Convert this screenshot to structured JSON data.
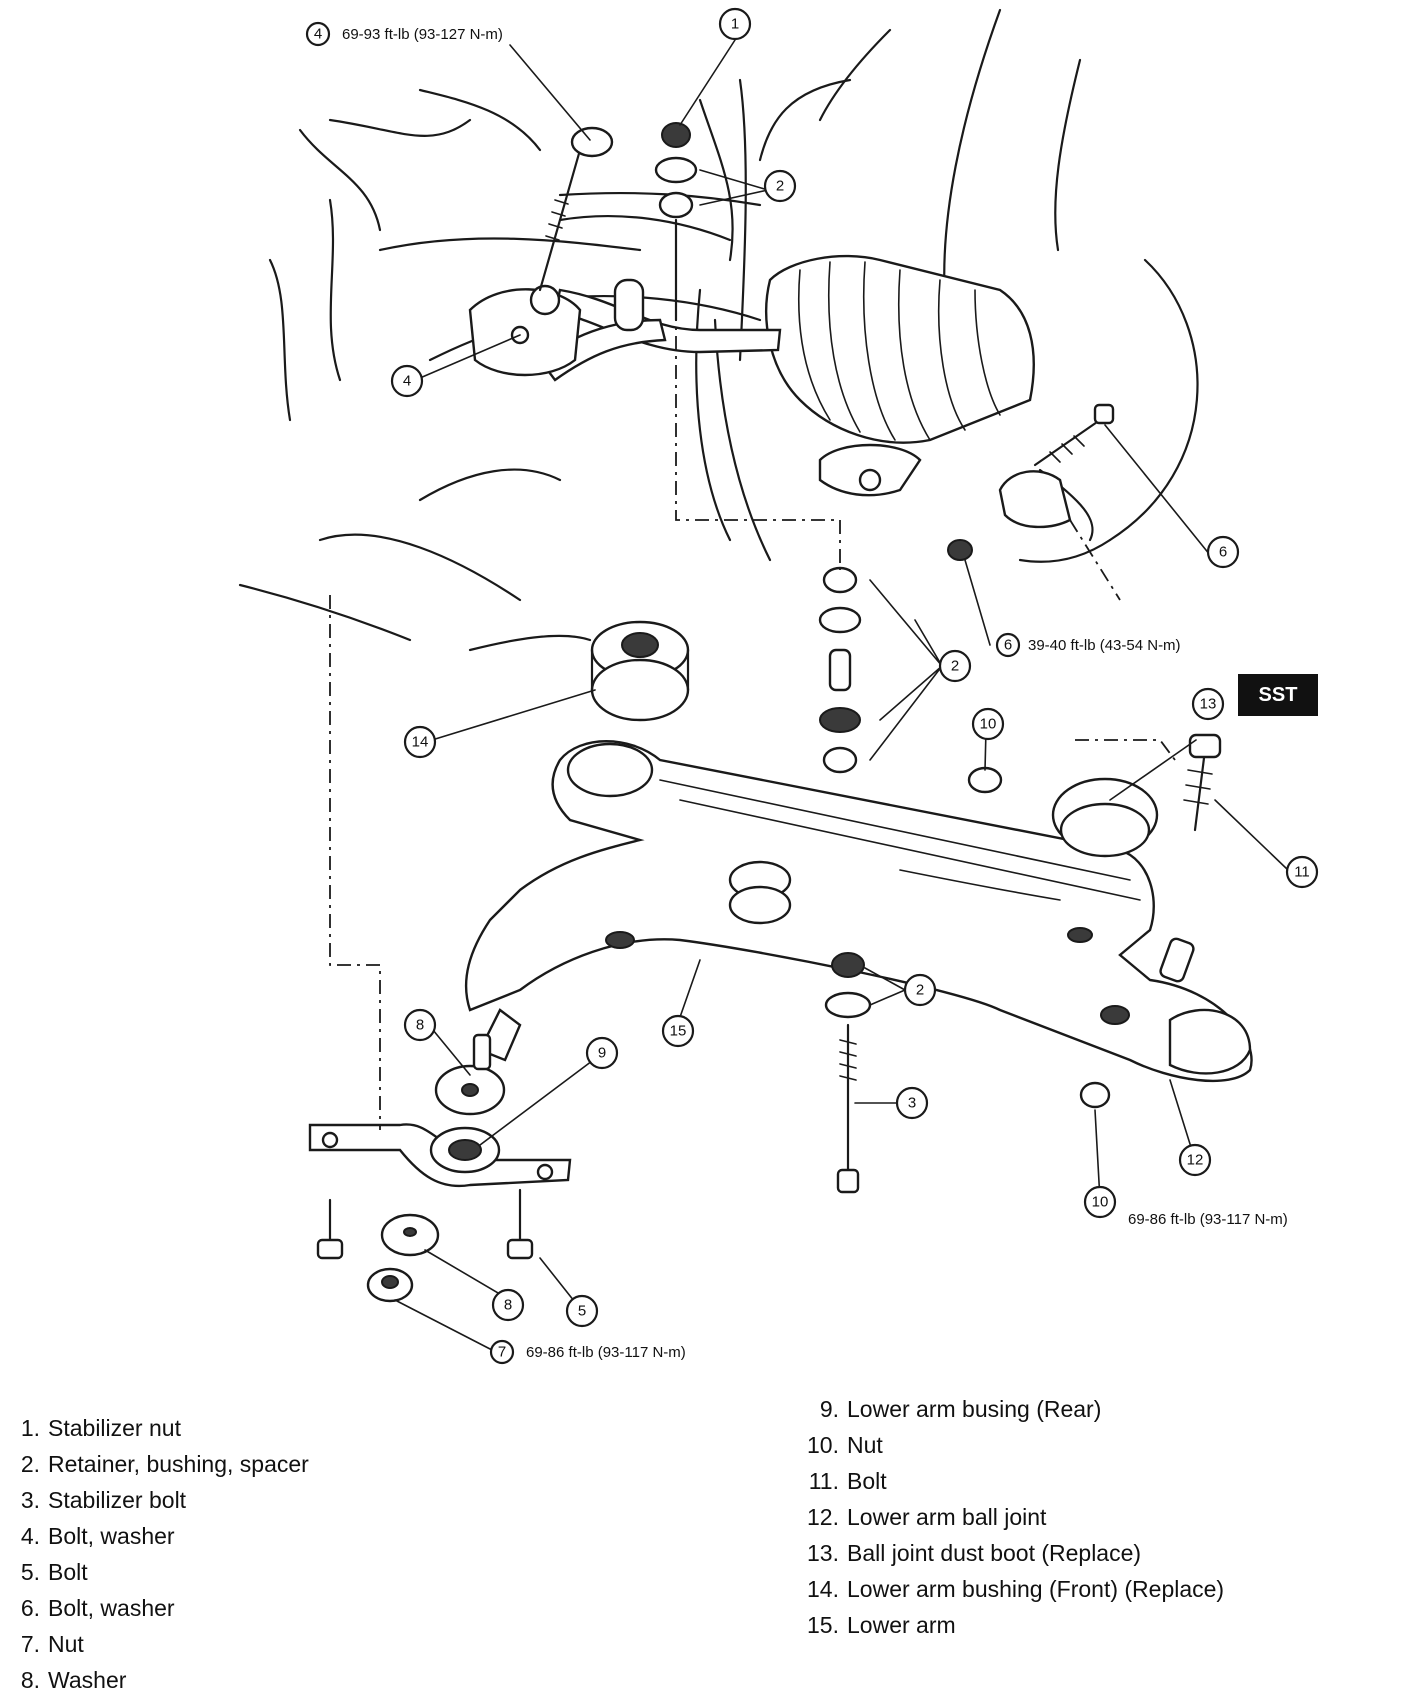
{
  "diagram": {
    "torque_specs": {
      "stabilizer_mount": "69-93 ft-lb (93-127 N-m)",
      "ball_joint_bolt": "39-40 ft-lb (43-54 N-m)",
      "lower_arm_rear": "69-86 ft-lb (93-117 N-m)",
      "lower_arm_front_nut": "69-86 ft-lb (93-117 N-m)"
    },
    "sst_label": "SST",
    "callout_numbers": [
      "1",
      "2",
      "3",
      "4",
      "5",
      "6",
      "7",
      "8",
      "9",
      "10",
      "11",
      "12",
      "13",
      "14",
      "15"
    ]
  },
  "legend": {
    "left": [
      {
        "num": "1.",
        "label": "Stabilizer nut"
      },
      {
        "num": "2.",
        "label": "Retainer, bushing, spacer"
      },
      {
        "num": "3.",
        "label": "Stabilizer bolt"
      },
      {
        "num": "4.",
        "label": "Bolt, washer"
      },
      {
        "num": "5.",
        "label": "Bolt"
      },
      {
        "num": "6.",
        "label": "Bolt, washer"
      },
      {
        "num": "7.",
        "label": "Nut"
      },
      {
        "num": "8.",
        "label": "Washer"
      }
    ],
    "right": [
      {
        "num": "9.",
        "label": "Lower arm busing (Rear)"
      },
      {
        "num": "10.",
        "label": "Nut"
      },
      {
        "num": "11.",
        "label": "Bolt"
      },
      {
        "num": "12.",
        "label": "Lower arm ball joint"
      },
      {
        "num": "13.",
        "label": "Ball joint dust boot (Replace)"
      },
      {
        "num": "14.",
        "label": "Lower arm bushing (Front) (Replace)"
      },
      {
        "num": "15.",
        "label": "Lower arm"
      }
    ]
  }
}
